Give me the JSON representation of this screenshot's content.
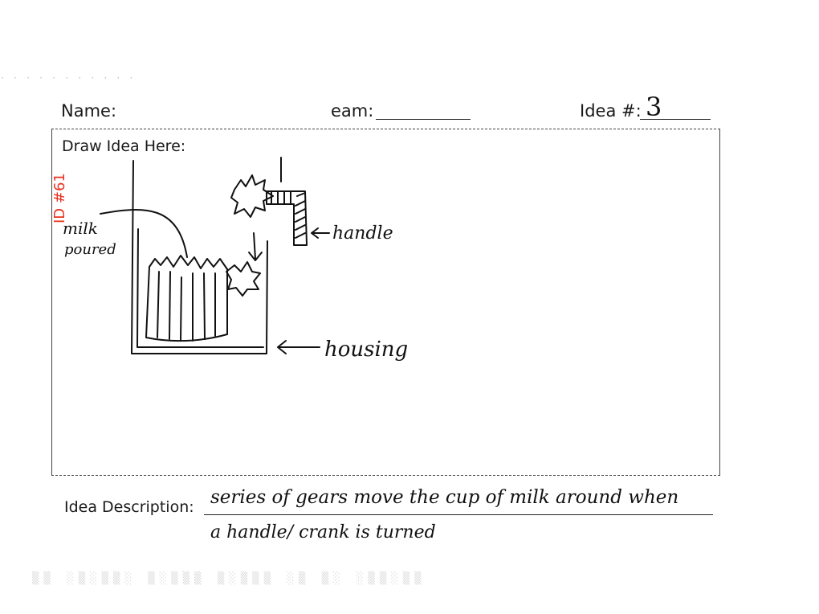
{
  "header": {
    "name_label": "Name:",
    "team_label": "eam:",
    "idea_label": "Idea #:",
    "idea_value": "3"
  },
  "draw_area": {
    "label": "Draw Idea Here:",
    "id_tag": "ID #61",
    "annotations": {
      "milk_poured_line1": "milk",
      "milk_poured_line2": "poured",
      "handle": "handle",
      "housing": "housing"
    }
  },
  "description": {
    "label": "Idea Description:",
    "line1": "series of gears move the cup of milk around when",
    "line2": "a handle/ crank is turned"
  }
}
